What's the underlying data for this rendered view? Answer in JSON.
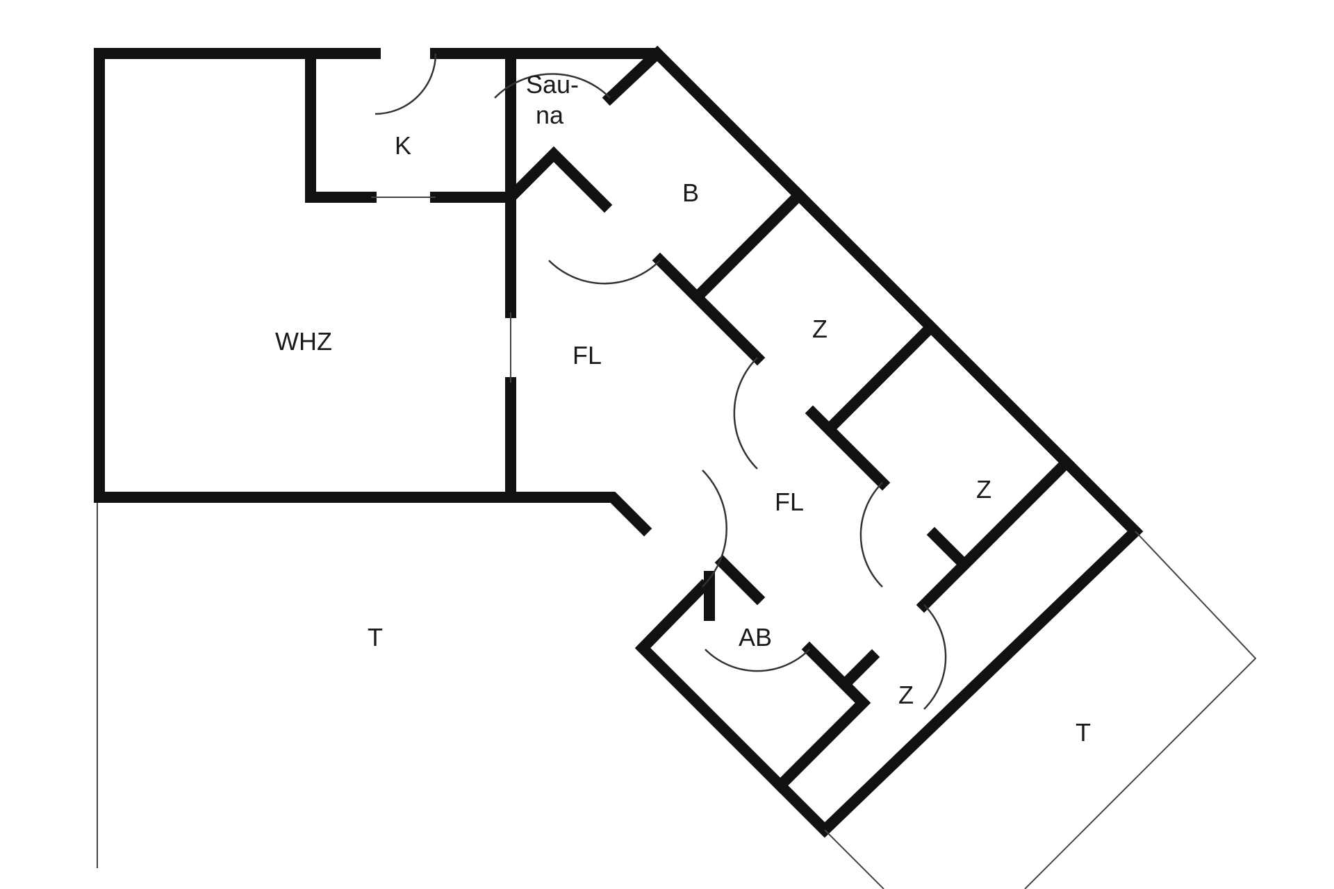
{
  "diagram": {
    "type": "floor-plan"
  },
  "rooms": {
    "sauna_line1": "Sau-",
    "sauna_line2": "na",
    "kitchen": "K",
    "bathroom": "B",
    "living_room": "WHZ",
    "hallway_upper": "FL",
    "bedroom_1": "Z",
    "bedroom_2": "Z",
    "hallway_lower": "FL",
    "utility": "AB",
    "bedroom_3": "Z",
    "terrace_left": "T",
    "terrace_right": "T"
  },
  "colors": {
    "wall": "#111111",
    "background": "#ffffff",
    "label": "#1a1a1a",
    "thin_line": "#444444"
  }
}
